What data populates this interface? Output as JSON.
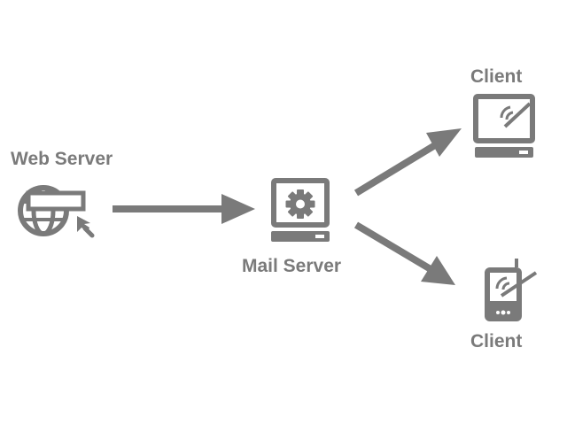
{
  "colors": {
    "ink": "#7a7a7a",
    "background": "#ffffff"
  },
  "nodes": {
    "web_server": {
      "label": "Web Server",
      "icon": "globe-cursor-icon"
    },
    "mail_server": {
      "label": "Mail Server",
      "icon": "monitor-gear-icon"
    },
    "client_desktop": {
      "label": "Client",
      "icon": "monitor-wireless-icon"
    },
    "client_mobile": {
      "label": "Client",
      "icon": "phone-wireless-icon"
    }
  },
  "edges": [
    {
      "from": "web_server",
      "to": "mail_server"
    },
    {
      "from": "mail_server",
      "to": "client_desktop"
    },
    {
      "from": "mail_server",
      "to": "client_mobile"
    }
  ]
}
